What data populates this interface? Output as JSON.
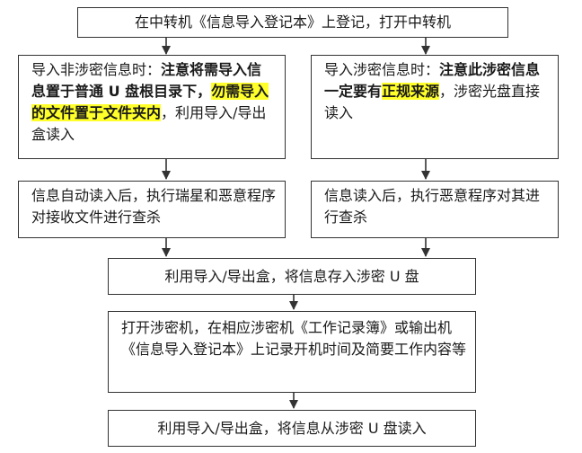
{
  "steps": {
    "top": "在中转机《信息导入登记本》上登记，打开中转机",
    "left_import": {
      "p1": "导入非涉密信息时：",
      "p2": "注意将需导入信息置于普通 U 盘根目录下，",
      "p3": "勿需导入的文件置于文件夹内",
      "p4": "，利用导入/导出盒读入"
    },
    "right_import": {
      "p1": "导入涉密信息时：",
      "p2": "注意此涉密信息一定要有",
      "p3": "正规来源",
      "p4": "，涉密光盘直接读入"
    },
    "left_scan": "信息自动读入后，执行瑞星和恶意程序对接收文件进行查杀",
    "right_scan": "信息读入后，执行恶意程序对其进行查杀",
    "store": "利用导入/导出盒，将信息存入涉密 U 盘",
    "record": "打开涉密机，在相应涉密机《工作记录簿》或输出机《信息导入登记本》上记录开机时间及简要工作内容等",
    "final": "利用导入/导出盒，将信息从涉密 U 盘读入"
  },
  "colors": {
    "highlight": "#ffff2a",
    "border": "#333333"
  }
}
